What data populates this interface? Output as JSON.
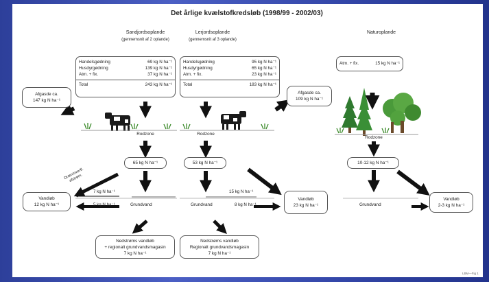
{
  "diagram": {
    "title": "Det årlige kvælstofkredsløb (1998/99 - 2002/03)",
    "colors": {
      "background": "#3a4db0",
      "slide": "#ffffff",
      "arrow": "#111111",
      "box_border": "#555555"
    },
    "catchments": {
      "sand": {
        "heading": "Sandjordsoplande",
        "subheading": "(gennemsnit af 2 oplande)",
        "rows": [
          {
            "label": "Handelsgødning",
            "value": "69 kg N ha⁻¹"
          },
          {
            "label": "Husdyrgødning",
            "value": "139 kg N ha⁻¹"
          },
          {
            "label": "Atm. + fix.",
            "value": "37 kg N ha⁻¹"
          }
        ],
        "total_label": "Total",
        "total_value": "243 kg N ha⁻¹",
        "evaporation": [
          "Afgasde ca.",
          "147 kg N ha⁻¹"
        ],
        "root_zone": "Rodzone",
        "leaching": "65 kg N ha⁻¹",
        "drainage_label": [
          "Dræn/overfl.",
          "afstrøm."
        ],
        "stream_flow": "7 kg N ha⁻¹",
        "groundwater_flow": "5 kg N ha⁻¹",
        "groundwater": "Grundvand",
        "stream": [
          "Vandløb",
          "12 kg N ha⁻¹"
        ],
        "downstream": [
          "Nedstrøms vandløb",
          "+ regionalt grundvandsmagasin",
          "7 kg N ha⁻¹"
        ]
      },
      "clay": {
        "heading": "Lerjordsoplande",
        "subheading": "(gennemsnit af 3 oplande)",
        "rows": [
          {
            "label": "Handelsgødning",
            "value": "95 kg N ha⁻¹"
          },
          {
            "label": "Husdyrgødning",
            "value": "65 kg N ha⁻¹"
          },
          {
            "label": "Atm. + fix.",
            "value": "23 kg N ha⁻¹"
          }
        ],
        "total_label": "Total",
        "total_value": "183 kg N ha⁻¹",
        "evaporation": [
          "Afgasde ca.",
          "109 kg N ha⁻¹"
        ],
        "root_zone": "Rodzone",
        "leaching": "53 kg N ha⁻¹",
        "stream_flow": "15 kg N ha⁻¹",
        "groundwater_flow": "8 kg N ha⁻¹",
        "groundwater": "Grundvand",
        "stream": [
          "Vandløb",
          "23 kg N ha⁻¹"
        ],
        "downstream": [
          "Nedstrøms vandløb",
          "Regionalt grundvandsmagasin",
          "7 kg N ha⁻¹"
        ]
      },
      "nature": {
        "heading": "Naturoplande",
        "input_label": "Atm. + fix.",
        "input_value": "15 kg N ha⁻¹",
        "root_zone": "Rodzone",
        "leaching": "10-12 kg N ha⁻¹",
        "groundwater": "Grundvand",
        "stream": [
          "Vandløb",
          "2-3 kg N ha⁻¹"
        ]
      }
    },
    "footer": "LBM—Fig 1"
  }
}
